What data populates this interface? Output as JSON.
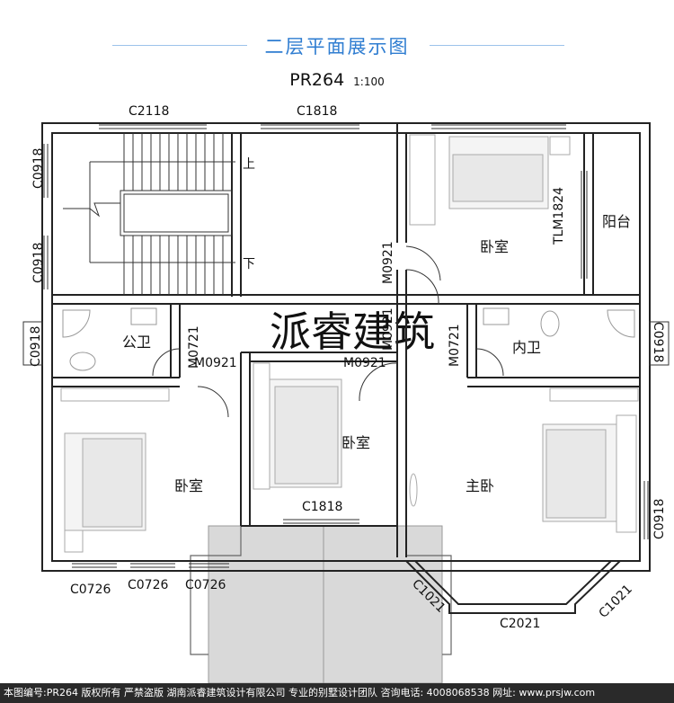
{
  "header": {
    "title": "二层平面展示图",
    "plan_code": "PR264",
    "scale": "1:100"
  },
  "labels": {
    "window_top_left": "C2118",
    "window_top_mid": "C1818",
    "window_left_1": "C0918",
    "window_left_2": "C0918",
    "window_left_3": "C0918",
    "window_right_1": "C0918",
    "window_right_2": "C0918",
    "stair_up": "上",
    "stair_down": "下",
    "sliding_door": "TLM1824",
    "door_bedroom_top": "M0921",
    "door_bath_right_main": "M0921",
    "door_public_bath": "M0721",
    "door_left_bed": "M0921",
    "door_mid_bed": "M0921",
    "door_inner_bath": "M0721",
    "window_mid_bed": "C1818",
    "window_bottom_1": "C0726",
    "window_bottom_2": "C0726",
    "window_bottom_3": "C0726",
    "window_bay_left": "C1021",
    "window_bay_bottom": "C2021",
    "window_bay_right": "C1021"
  },
  "rooms": {
    "bedroom_top": "卧室",
    "balcony": "阳台",
    "public_bath": "公卫",
    "inner_bath": "内卫",
    "bedroom_mid": "卧室",
    "bedroom_left": "卧室",
    "master_bedroom": "主卧"
  },
  "watermark": "派睿建筑",
  "footer": "本图编号:PR264 版权所有 严禁盗版 湖南派睿建筑设计有限公司 专业的别墅设计团队 咨询电话: 4008068538 网址: www.prsjw.com"
}
